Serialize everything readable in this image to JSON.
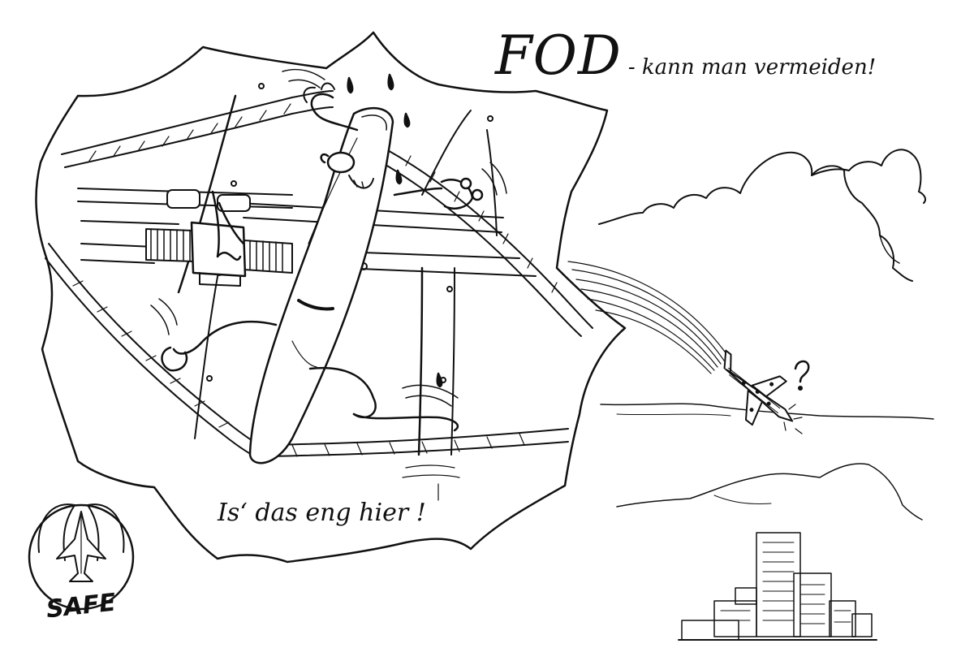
{
  "title": {
    "main": "FOD",
    "sub": "- kann man vermeiden!"
  },
  "speech": "Is‘ das eng hier !",
  "logo": {
    "text": "SAFE"
  },
  "colors": {
    "ink": "#111111",
    "paper": "#ffffff"
  },
  "icons": [
    "question-mark",
    "jet-aircraft",
    "safe-logo",
    "hose-clamp",
    "cloud",
    "mountain",
    "city-skyline"
  ]
}
